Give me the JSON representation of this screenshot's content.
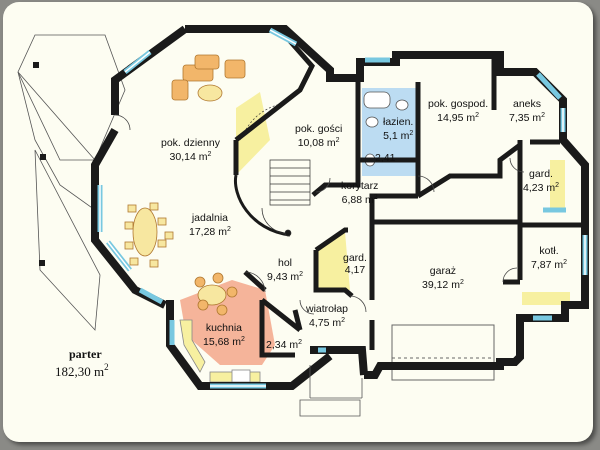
{
  "floor": {
    "name": "parter",
    "total_area": "182,30 m",
    "total_unit_sup": "2"
  },
  "rooms": [
    {
      "id": "pok-dzienny",
      "name": "pok. dzienny",
      "area": "30,14 m",
      "sup": "2"
    },
    {
      "id": "jadalnia",
      "name": "jadalnia",
      "area": "17,28 m",
      "sup": "2"
    },
    {
      "id": "pok-gosci",
      "name": "pok. gości",
      "area": "10,08 m",
      "sup": "2"
    },
    {
      "id": "lazienka",
      "name": "łazien.",
      "area": "5,1 m",
      "sup": "2"
    },
    {
      "id": "wc",
      "name": "",
      "area": "2,41",
      "sup": ""
    },
    {
      "id": "pok-gospod",
      "name": "pok. gospod.",
      "area": "14,95 m",
      "sup": "2"
    },
    {
      "id": "aneks",
      "name": "aneks",
      "area": "7,35 m",
      "sup": "2"
    },
    {
      "id": "korytarz",
      "name": "korytarz",
      "area": "6,88 m",
      "sup": "2"
    },
    {
      "id": "gard-1",
      "name": "gard.",
      "area": "4,23 m",
      "sup": "2"
    },
    {
      "id": "kotl",
      "name": "kotł.",
      "area": "7,87 m",
      "sup": "2"
    },
    {
      "id": "hol",
      "name": "hol",
      "area": "9,43 m",
      "sup": "2"
    },
    {
      "id": "gard-2",
      "name": "gard.",
      "area": "4,17",
      "sup": ""
    },
    {
      "id": "garaz",
      "name": "garaż",
      "area": "39,12 m",
      "sup": "2"
    },
    {
      "id": "wiatrolap",
      "name": "wiatrołap",
      "area": "4,75 m",
      "sup": "2"
    },
    {
      "id": "kuchnia",
      "name": "kuchnia",
      "area": "15,68 m",
      "sup": "2"
    },
    {
      "id": "spizarnia",
      "name": "",
      "area": "2,34 m",
      "sup": "2"
    }
  ],
  "colors": {
    "wall": "#1a1a1a",
    "window": "#78c8e0",
    "kitchen": "#f5b49a",
    "bathroom": "#bcdcf2",
    "closet": "#f7f0a0",
    "furniture": "#f2b66a",
    "page": "#fdfdf2",
    "frame": "#8a8a86"
  }
}
